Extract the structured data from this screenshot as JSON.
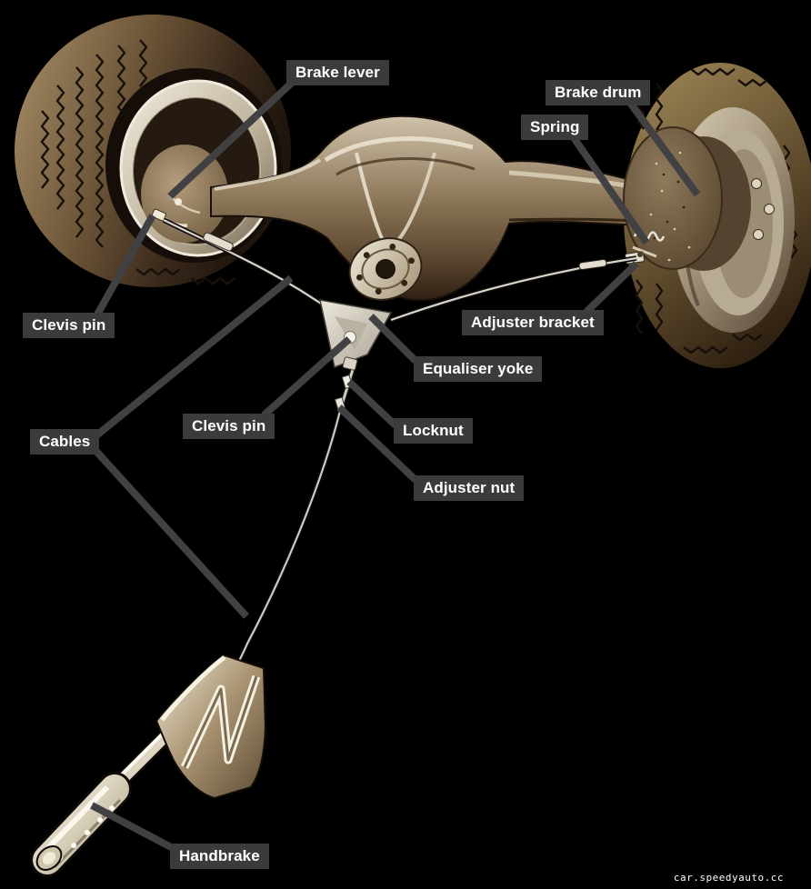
{
  "labels": [
    {
      "text": "Brake lever"
    },
    {
      "text": "Brake drum"
    },
    {
      "text": "Spring"
    },
    {
      "text": "Clevis pin"
    },
    {
      "text": "Adjuster bracket"
    },
    {
      "text": "Equaliser yoke"
    },
    {
      "text": "Clevis pin"
    },
    {
      "text": "Locknut"
    },
    {
      "text": "Adjuster nut"
    },
    {
      "text": "Cables"
    },
    {
      "text": "Handbrake"
    }
  ],
  "watermark": "car.speedyauto.cc",
  "colors": {
    "label_bg": "#3b3b3d",
    "label_text": "#ffffff",
    "leader_line": "#414143",
    "background": "#000000"
  }
}
